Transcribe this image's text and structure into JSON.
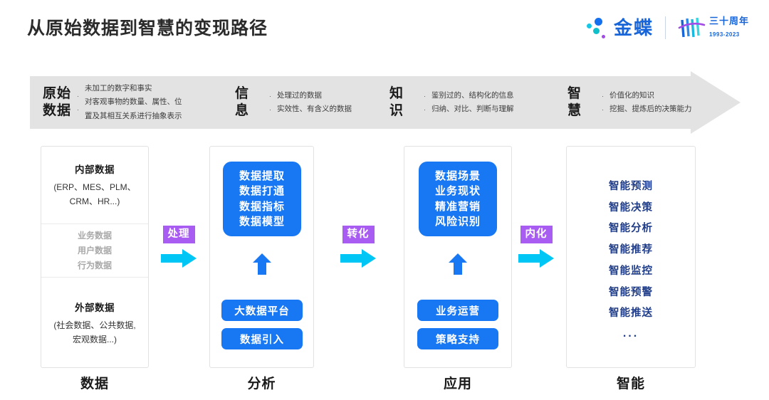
{
  "header": {
    "title": "从原始数据到智慧的变现路径",
    "logo": {
      "word": "金蝶",
      "anniversary_title": "三十周年",
      "anniversary_years": "1993-2023"
    }
  },
  "banner": {
    "stages": [
      {
        "name": "原始\n数据",
        "name_line1": "原始",
        "name_line2": "数据",
        "bullets": [
          "未加工的数字和事实",
          "对客观事物的数量、属性、位",
          "置及其相互关系进行抽象表示"
        ]
      },
      {
        "name_line1": "信",
        "name_line2": "息",
        "bullets": [
          "处理过的数据",
          "实效性、有含义的数据"
        ]
      },
      {
        "name_line1": "知",
        "name_line2": "识",
        "bullets": [
          "鉴别过的、结构化的信息",
          "归纳、对比、判断与理解"
        ]
      },
      {
        "name_line1": "智",
        "name_line2": "慧",
        "bullets": [
          "价值化的知识",
          "挖掘、提炼后的决策能力"
        ]
      }
    ]
  },
  "columns": {
    "data": {
      "caption": "数据",
      "internal_title": "内部数据",
      "internal_sub_line1": "(ERP、MES、PLM、",
      "internal_sub_line2": "CRM、HR...)",
      "middle_line1": "业务数据",
      "middle_line2": "用户数据",
      "middle_line3": "行为数据",
      "external_title": "外部数据",
      "external_sub_line1": "(社会数据、公共数据,",
      "external_sub_line2": "宏观数据...)"
    },
    "analysis": {
      "caption": "分析",
      "card_line1": "数据提取",
      "card_line2": "数据打通",
      "card_line3": "数据指标",
      "card_line4": "数据模型",
      "pill1": "大数据平台",
      "pill2": "数据引入"
    },
    "apply": {
      "caption": "应用",
      "card_line1": "数据场景",
      "card_line2": "业务现状",
      "card_line3": "精准营销",
      "card_line4": "风险识别",
      "pill1": "业务运营",
      "pill2": "策略支持"
    },
    "intelligence": {
      "caption": "智能",
      "items": [
        "智能预测",
        "智能决策",
        "智能分析",
        "智能推荐",
        "智能监控",
        "智能预警",
        "智能推送",
        "..."
      ]
    }
  },
  "connectors": [
    {
      "label": "处理"
    },
    {
      "label": "转化"
    },
    {
      "label": "内化"
    }
  ],
  "colors": {
    "accent_blue": "#1877F2",
    "badge_purple": "#A95CF1",
    "arrow_cyan": "#00C6F5",
    "banner_gray": "#e3e3e3",
    "intel_navy": "#1F3C88",
    "brand_blue": "#1765D8"
  }
}
